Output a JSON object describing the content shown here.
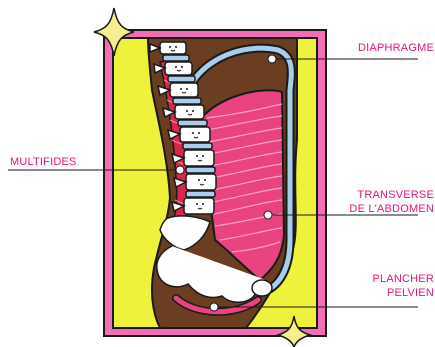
{
  "labels": {
    "diaphragme": "DIAPHRAGME",
    "multifides": "MULTIFIDES",
    "transverse_line1": "TRANSVERSE",
    "transverse_line2": "DE L'ABDOMEN",
    "plancher_line1": "PLANCHER",
    "plancher_line2": "PELVIEN"
  },
  "colors": {
    "accent": "#e4147f",
    "frame_pink": "#f26fb5",
    "background_yellow": "#eef23a",
    "body_brown": "#6b3d21",
    "muscle_pink": "#e9447f",
    "spine_blue": "#a9cdea",
    "outline": "#1a1a1a"
  },
  "icons": [
    "sparkle-icon",
    "sparkle-icon"
  ]
}
